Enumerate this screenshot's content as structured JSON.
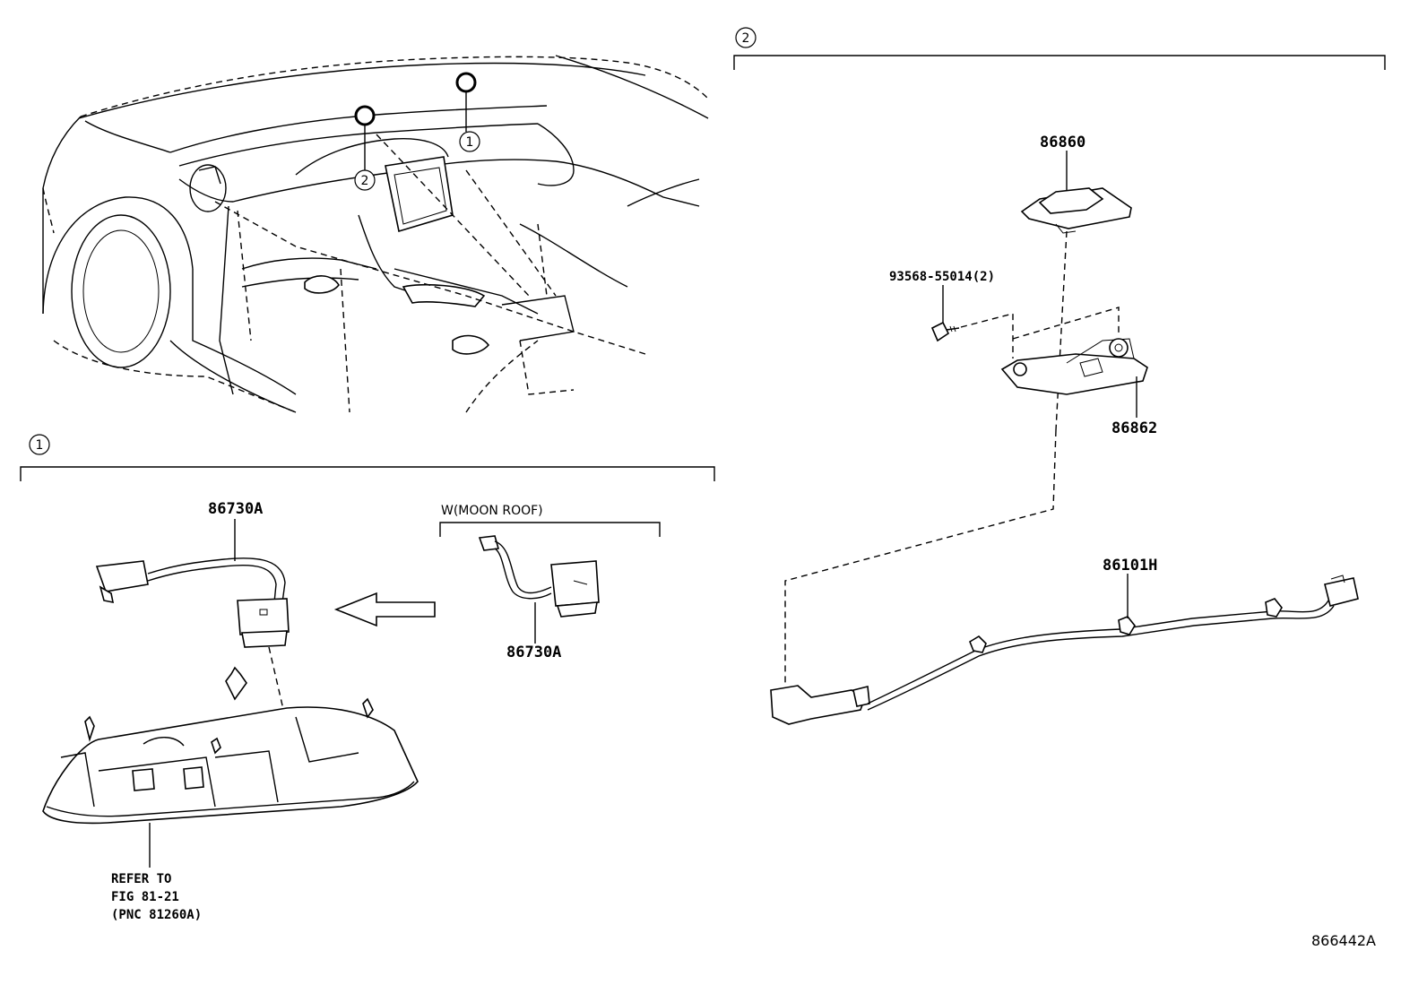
{
  "overview": {
    "callout_1": "1",
    "callout_2": "2"
  },
  "section_1": {
    "number": "1",
    "part_main": "86730A",
    "variant_label": "W(MOON ROOF)",
    "part_variant": "86730A",
    "refer_line1": "REFER TO",
    "refer_line2": "FIG 81-21",
    "refer_line3": "(PNC 81260A)"
  },
  "section_2": {
    "number": "2",
    "part_cover": "86860",
    "part_screw": "93568-55014(2)",
    "part_bracket": "86862",
    "part_harness": "86101H"
  },
  "diagram_id": "866442A"
}
